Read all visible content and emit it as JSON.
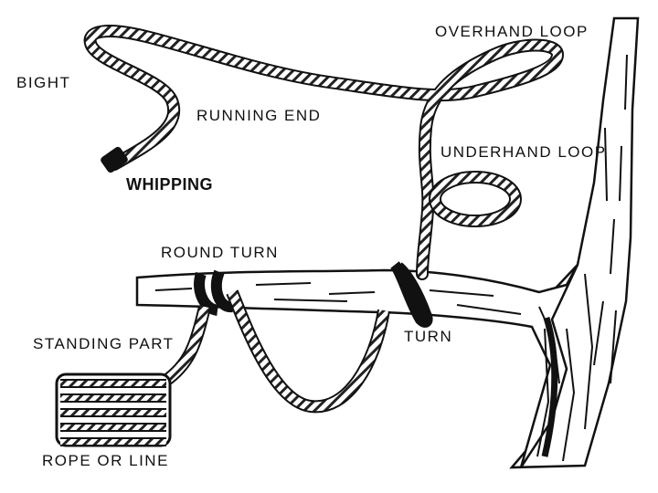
{
  "labels": {
    "bight": "BIGHT",
    "running_end": "RUNNING END",
    "whipping": "WHIPPING",
    "overhand_loop": "OVERHAND LOOP",
    "underhand_loop": "UNDERHAND LOOP",
    "round_turn": "ROUND TURN",
    "standing_part": "STANDING PART",
    "turn": "TURN",
    "rope_or_line": "ROPE OR LINE"
  },
  "colors": {
    "ink": "#111111",
    "background": "#ffffff"
  }
}
